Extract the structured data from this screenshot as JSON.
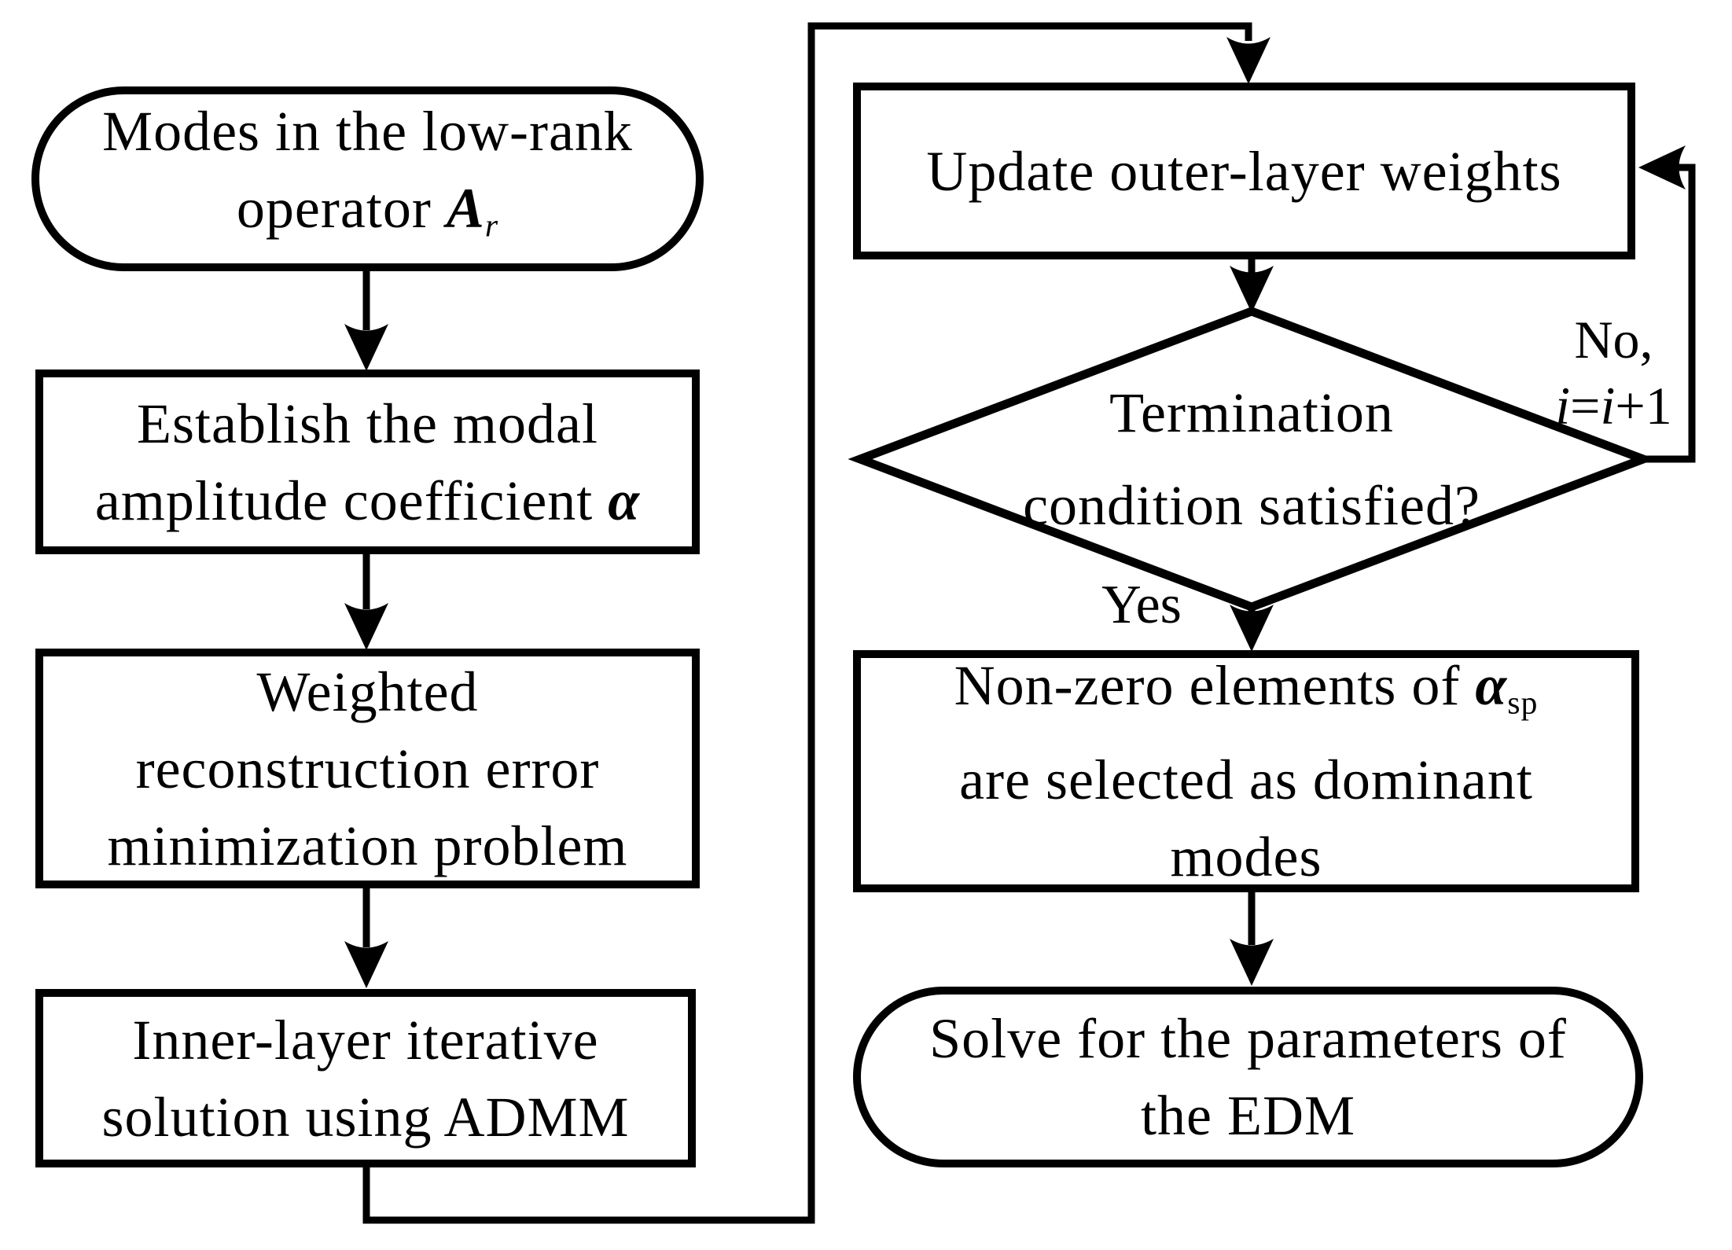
{
  "colors": {
    "stroke": "#000000",
    "background": "#ffffff"
  },
  "nodes": {
    "modes_source": {
      "line1": "Modes in the low-rank",
      "line2_prefix": "operator ",
      "operator_symbol": "A",
      "operator_subscript": "r"
    },
    "establish": {
      "line1": "Establish the modal",
      "line2_prefix": "amplitude coefficient ",
      "coefficient_symbol": "α"
    },
    "weighted": {
      "line1": "Weighted",
      "line2": "reconstruction error",
      "line3": "minimization problem"
    },
    "inner_layer": {
      "line1": "Inner-layer iterative",
      "line2": "solution using ADMM"
    },
    "update_weights": {
      "label": "Update outer-layer weights"
    },
    "termination_decision": {
      "line1": "Termination",
      "line2": "condition satisfied?"
    },
    "nonzero_elements": {
      "line1_prefix": "Non-zero elements of ",
      "coefficient_symbol": "α",
      "coefficient_subscript": "sp",
      "line2": "are selected as dominant",
      "line3": "modes"
    },
    "solve_edm": {
      "line1": "Solve for the parameters of",
      "line2": "the EDM"
    }
  },
  "edge_labels": {
    "no_line1": "No,",
    "no_i1": "i",
    "no_eq": "=",
    "no_i2": "i",
    "no_suffix": "+1",
    "yes": "Yes"
  }
}
